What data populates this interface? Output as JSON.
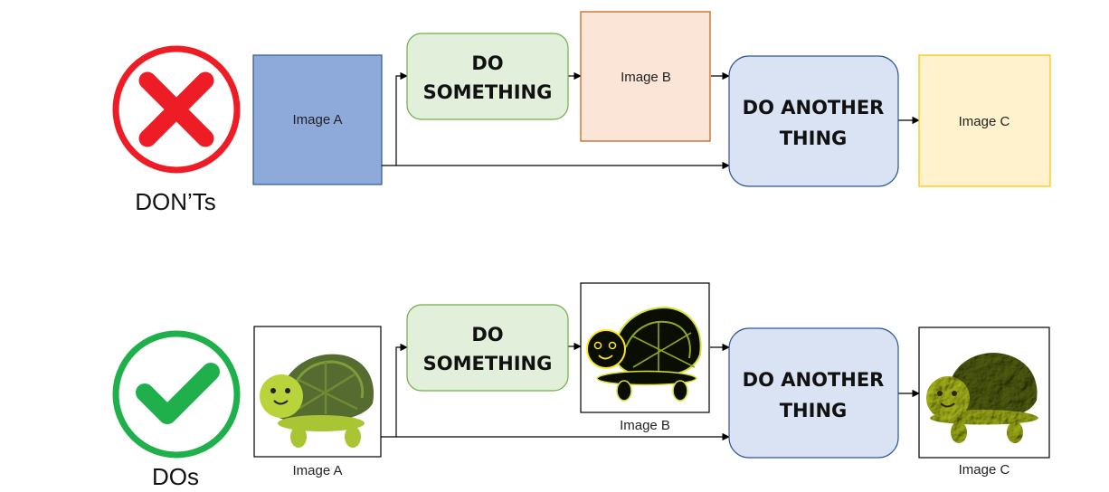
{
  "colors": {
    "dont_red": "#ee1c24",
    "do_green": "#1fb04b",
    "image_a_fill": "#8eaadb",
    "image_a_stroke": "#2f5597",
    "do_something_fill": "#e2efda",
    "do_something_stroke": "#70ad47",
    "image_b_fill": "#fbe5d6",
    "image_b_stroke": "#c55a11",
    "do_another_fill": "#dae3f3",
    "do_another_stroke": "#2f5597",
    "image_c_fill": "#fff2cc",
    "image_c_stroke": "#ffc000"
  },
  "donts": {
    "label": "DON’Ts",
    "icon": "cross-icon",
    "image_a": "Image A",
    "step1_line1": "DO",
    "step1_line2": "SOMETHING",
    "image_b": "Image B",
    "step2_line1": "DO ANOTHER",
    "step2_line2": "THING",
    "image_c": "Image C"
  },
  "dos": {
    "label": "DOs",
    "icon": "checkmark-icon",
    "image_a": "Image A",
    "image_a_picture": "turtle-emoji",
    "step1_line1": "DO",
    "step1_line2": "SOMETHING",
    "image_b": "Image B",
    "image_b_picture": "turtle-edge-map",
    "step2_line1": "DO ANOTHER",
    "step2_line2": "THING",
    "image_c": "Image C",
    "image_c_picture": "turtle-embossed"
  }
}
